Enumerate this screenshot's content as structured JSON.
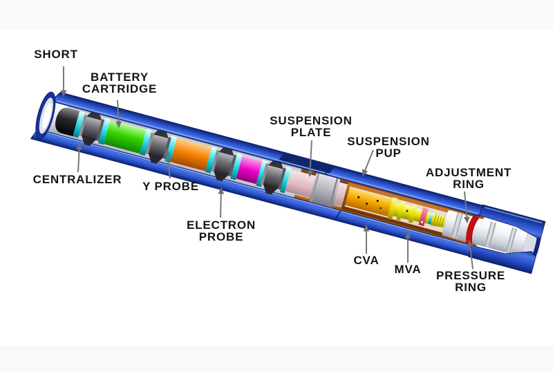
{
  "figure": {
    "type": "cutaway-tool-diagram",
    "background_color": "#ffffff",
    "letterbox_band_color": "#f7f9fb",
    "label_text_color": "#141414",
    "arrow_color": "#777777",
    "casing_color": "#1e42b4"
  },
  "labels": {
    "short": {
      "line1": "SHORT"
    },
    "battery_cartridge": {
      "line1": "BATTERY",
      "line2": "CARTRIDGE"
    },
    "centralizer": {
      "line1": "CENTRALIZER"
    },
    "y_probe": {
      "line1": "Y PROBE"
    },
    "electron_probe": {
      "line1": "ELECTRON",
      "line2": "PROBE"
    },
    "suspension_plate": {
      "line1": "SUSPENSION",
      "line2": "PLATE"
    },
    "suspension_pup": {
      "line1": "SUSPENSION",
      "line2": "PUP"
    },
    "adjustment_ring": {
      "line1": "ADJUSTMENT",
      "line2": "RING"
    },
    "cva": {
      "line1": "CVA"
    },
    "mva": {
      "line1": "MVA"
    },
    "pressure_ring": {
      "line1": "PRESSURE",
      "line2": "RING"
    }
  },
  "components": [
    {
      "name": "Short",
      "color": "#0a0a0a"
    },
    {
      "name": "Centralizer",
      "color": "#55555c"
    },
    {
      "name": "Battery Cartridge",
      "color": "#37d400"
    },
    {
      "name": "Y Probe",
      "color": "#f57f00"
    },
    {
      "name": "Electron Probe",
      "color": "#dfbdbf"
    },
    {
      "name": "Suspension Plate",
      "color": "#b4b4bc"
    },
    {
      "name": "Suspension Pup",
      "color": "#1e42b4"
    },
    {
      "name": "CVA",
      "color": "#f5a800"
    },
    {
      "name": "MVA",
      "color": "#e8e000"
    },
    {
      "name": "Adjustment Ring",
      "color": "#d9dde6"
    },
    {
      "name": "Pressure Ring",
      "color": "#c60d0d"
    }
  ]
}
